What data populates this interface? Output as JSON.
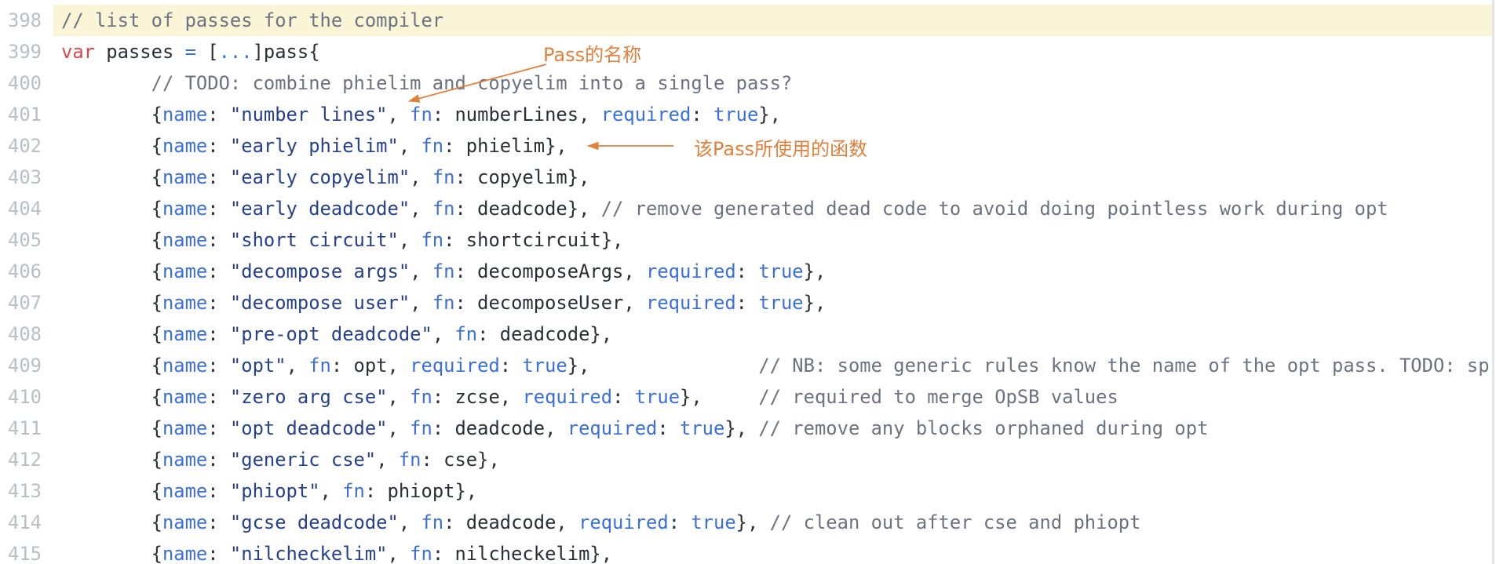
{
  "colors": {
    "pl": "#2a2f36",
    "kw": "#d6494b",
    "bl": "#3b6fd9",
    "st": "#26418b",
    "cm": "#6b7380",
    "ln": "#b9bec5",
    "hl": "#fbf5d8",
    "ann": "#e0813c",
    "border": "#e3e4e6"
  },
  "annotations": {
    "pass_name_label": "Pass的名称",
    "pass_fn_label": "该Pass所使用的函数"
  },
  "code": {
    "lines": [
      {
        "num": "398",
        "hl": true,
        "tokens": [
          {
            "c": "cm",
            "t": "// list of passes for the compiler"
          }
        ]
      },
      {
        "num": "399",
        "hl": false,
        "tokens": [
          {
            "c": "kw",
            "t": "var"
          },
          {
            "c": "pl",
            "t": " passes "
          },
          {
            "c": "bl",
            "t": "="
          },
          {
            "c": "pl",
            "t": " ["
          },
          {
            "c": "bl",
            "t": "..."
          },
          {
            "c": "pl",
            "t": "]pass{"
          }
        ]
      },
      {
        "num": "400",
        "hl": false,
        "tokens": [
          {
            "c": "pl",
            "t": "        "
          },
          {
            "c": "cm",
            "t": "// TODO: combine phielim and copyelim into a single pass?"
          }
        ]
      },
      {
        "num": "401",
        "hl": false,
        "tokens": [
          {
            "c": "pl",
            "t": "        {"
          },
          {
            "c": "bl",
            "t": "name"
          },
          {
            "c": "pl",
            "t": ": "
          },
          {
            "c": "st",
            "t": "\"number lines\""
          },
          {
            "c": "pl",
            "t": ", "
          },
          {
            "c": "bl",
            "t": "fn"
          },
          {
            "c": "pl",
            "t": ": numberLines, "
          },
          {
            "c": "bl",
            "t": "required"
          },
          {
            "c": "pl",
            "t": ": "
          },
          {
            "c": "bl",
            "t": "true"
          },
          {
            "c": "pl",
            "t": "},"
          }
        ]
      },
      {
        "num": "402",
        "hl": false,
        "tokens": [
          {
            "c": "pl",
            "t": "        {"
          },
          {
            "c": "bl",
            "t": "name"
          },
          {
            "c": "pl",
            "t": ": "
          },
          {
            "c": "st",
            "t": "\"early phielim\""
          },
          {
            "c": "pl",
            "t": ", "
          },
          {
            "c": "bl",
            "t": "fn"
          },
          {
            "c": "pl",
            "t": ": phielim},"
          }
        ]
      },
      {
        "num": "403",
        "hl": false,
        "tokens": [
          {
            "c": "pl",
            "t": "        {"
          },
          {
            "c": "bl",
            "t": "name"
          },
          {
            "c": "pl",
            "t": ": "
          },
          {
            "c": "st",
            "t": "\"early copyelim\""
          },
          {
            "c": "pl",
            "t": ", "
          },
          {
            "c": "bl",
            "t": "fn"
          },
          {
            "c": "pl",
            "t": ": copyelim},"
          }
        ]
      },
      {
        "num": "404",
        "hl": false,
        "tokens": [
          {
            "c": "pl",
            "t": "        {"
          },
          {
            "c": "bl",
            "t": "name"
          },
          {
            "c": "pl",
            "t": ": "
          },
          {
            "c": "st",
            "t": "\"early deadcode\""
          },
          {
            "c": "pl",
            "t": ", "
          },
          {
            "c": "bl",
            "t": "fn"
          },
          {
            "c": "pl",
            "t": ": deadcode}, "
          },
          {
            "c": "cm",
            "t": "// remove generated dead code to avoid doing pointless work during opt"
          }
        ]
      },
      {
        "num": "405",
        "hl": false,
        "tokens": [
          {
            "c": "pl",
            "t": "        {"
          },
          {
            "c": "bl",
            "t": "name"
          },
          {
            "c": "pl",
            "t": ": "
          },
          {
            "c": "st",
            "t": "\"short circuit\""
          },
          {
            "c": "pl",
            "t": ", "
          },
          {
            "c": "bl",
            "t": "fn"
          },
          {
            "c": "pl",
            "t": ": shortcircuit},"
          }
        ]
      },
      {
        "num": "406",
        "hl": false,
        "tokens": [
          {
            "c": "pl",
            "t": "        {"
          },
          {
            "c": "bl",
            "t": "name"
          },
          {
            "c": "pl",
            "t": ": "
          },
          {
            "c": "st",
            "t": "\"decompose args\""
          },
          {
            "c": "pl",
            "t": ", "
          },
          {
            "c": "bl",
            "t": "fn"
          },
          {
            "c": "pl",
            "t": ": decomposeArgs, "
          },
          {
            "c": "bl",
            "t": "required"
          },
          {
            "c": "pl",
            "t": ": "
          },
          {
            "c": "bl",
            "t": "true"
          },
          {
            "c": "pl",
            "t": "},"
          }
        ]
      },
      {
        "num": "407",
        "hl": false,
        "tokens": [
          {
            "c": "pl",
            "t": "        {"
          },
          {
            "c": "bl",
            "t": "name"
          },
          {
            "c": "pl",
            "t": ": "
          },
          {
            "c": "st",
            "t": "\"decompose user\""
          },
          {
            "c": "pl",
            "t": ", "
          },
          {
            "c": "bl",
            "t": "fn"
          },
          {
            "c": "pl",
            "t": ": decomposeUser, "
          },
          {
            "c": "bl",
            "t": "required"
          },
          {
            "c": "pl",
            "t": ": "
          },
          {
            "c": "bl",
            "t": "true"
          },
          {
            "c": "pl",
            "t": "},"
          }
        ]
      },
      {
        "num": "408",
        "hl": false,
        "tokens": [
          {
            "c": "pl",
            "t": "        {"
          },
          {
            "c": "bl",
            "t": "name"
          },
          {
            "c": "pl",
            "t": ": "
          },
          {
            "c": "st",
            "t": "\"pre-opt deadcode\""
          },
          {
            "c": "pl",
            "t": ", "
          },
          {
            "c": "bl",
            "t": "fn"
          },
          {
            "c": "pl",
            "t": ": deadcode},"
          }
        ]
      },
      {
        "num": "409",
        "hl": false,
        "tokens": [
          {
            "c": "pl",
            "t": "        {"
          },
          {
            "c": "bl",
            "t": "name"
          },
          {
            "c": "pl",
            "t": ": "
          },
          {
            "c": "st",
            "t": "\"opt\""
          },
          {
            "c": "pl",
            "t": ", "
          },
          {
            "c": "bl",
            "t": "fn"
          },
          {
            "c": "pl",
            "t": ": opt, "
          },
          {
            "c": "bl",
            "t": "required"
          },
          {
            "c": "pl",
            "t": ": "
          },
          {
            "c": "bl",
            "t": "true"
          },
          {
            "c": "pl",
            "t": "},               "
          },
          {
            "c": "cm",
            "t": "// NB: some generic rules know the name of the opt pass. TODO: sp"
          }
        ]
      },
      {
        "num": "410",
        "hl": false,
        "tokens": [
          {
            "c": "pl",
            "t": "        {"
          },
          {
            "c": "bl",
            "t": "name"
          },
          {
            "c": "pl",
            "t": ": "
          },
          {
            "c": "st",
            "t": "\"zero arg cse\""
          },
          {
            "c": "pl",
            "t": ", "
          },
          {
            "c": "bl",
            "t": "fn"
          },
          {
            "c": "pl",
            "t": ": zcse, "
          },
          {
            "c": "bl",
            "t": "required"
          },
          {
            "c": "pl",
            "t": ": "
          },
          {
            "c": "bl",
            "t": "true"
          },
          {
            "c": "pl",
            "t": "},     "
          },
          {
            "c": "cm",
            "t": "// required to merge OpSB values"
          }
        ]
      },
      {
        "num": "411",
        "hl": false,
        "tokens": [
          {
            "c": "pl",
            "t": "        {"
          },
          {
            "c": "bl",
            "t": "name"
          },
          {
            "c": "pl",
            "t": ": "
          },
          {
            "c": "st",
            "t": "\"opt deadcode\""
          },
          {
            "c": "pl",
            "t": ", "
          },
          {
            "c": "bl",
            "t": "fn"
          },
          {
            "c": "pl",
            "t": ": deadcode, "
          },
          {
            "c": "bl",
            "t": "required"
          },
          {
            "c": "pl",
            "t": ": "
          },
          {
            "c": "bl",
            "t": "true"
          },
          {
            "c": "pl",
            "t": "}, "
          },
          {
            "c": "cm",
            "t": "// remove any blocks orphaned during opt"
          }
        ]
      },
      {
        "num": "412",
        "hl": false,
        "tokens": [
          {
            "c": "pl",
            "t": "        {"
          },
          {
            "c": "bl",
            "t": "name"
          },
          {
            "c": "pl",
            "t": ": "
          },
          {
            "c": "st",
            "t": "\"generic cse\""
          },
          {
            "c": "pl",
            "t": ", "
          },
          {
            "c": "bl",
            "t": "fn"
          },
          {
            "c": "pl",
            "t": ": cse},"
          }
        ]
      },
      {
        "num": "413",
        "hl": false,
        "tokens": [
          {
            "c": "pl",
            "t": "        {"
          },
          {
            "c": "bl",
            "t": "name"
          },
          {
            "c": "pl",
            "t": ": "
          },
          {
            "c": "st",
            "t": "\"phiopt\""
          },
          {
            "c": "pl",
            "t": ", "
          },
          {
            "c": "bl",
            "t": "fn"
          },
          {
            "c": "pl",
            "t": ": phiopt},"
          }
        ]
      },
      {
        "num": "414",
        "hl": false,
        "tokens": [
          {
            "c": "pl",
            "t": "        {"
          },
          {
            "c": "bl",
            "t": "name"
          },
          {
            "c": "pl",
            "t": ": "
          },
          {
            "c": "st",
            "t": "\"gcse deadcode\""
          },
          {
            "c": "pl",
            "t": ", "
          },
          {
            "c": "bl",
            "t": "fn"
          },
          {
            "c": "pl",
            "t": ": deadcode, "
          },
          {
            "c": "bl",
            "t": "required"
          },
          {
            "c": "pl",
            "t": ": "
          },
          {
            "c": "bl",
            "t": "true"
          },
          {
            "c": "pl",
            "t": "}, "
          },
          {
            "c": "cm",
            "t": "// clean out after cse and phiopt"
          }
        ]
      },
      {
        "num": "415",
        "hl": false,
        "tokens": [
          {
            "c": "pl",
            "t": "        {"
          },
          {
            "c": "bl",
            "t": "name"
          },
          {
            "c": "pl",
            "t": ": "
          },
          {
            "c": "st",
            "t": "\"nilcheckelim\""
          },
          {
            "c": "pl",
            "t": ", "
          },
          {
            "c": "bl",
            "t": "fn"
          },
          {
            "c": "pl",
            "t": ": nilcheckelim},"
          }
        ]
      }
    ]
  }
}
